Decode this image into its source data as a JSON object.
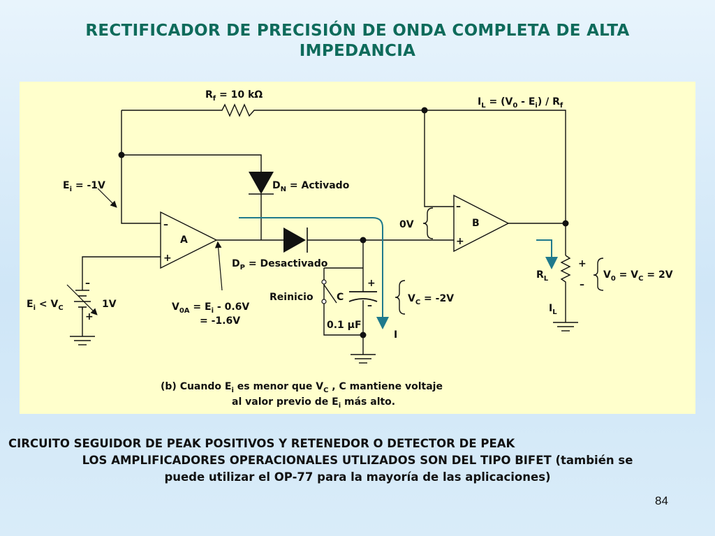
{
  "title": {
    "line1": "RECTIFICADOR DE PRECISIÓN DE ONDA COMPLETA DE ALTA",
    "line2": "IMPEDANCIA"
  },
  "diagram": {
    "rf": {
      "label": "R",
      "sub": "f",
      "value": " = 10 kΩ"
    },
    "il_formula": {
      "p1": "I",
      "s1": "L",
      "p2": " = (V",
      "s2": "0",
      "p3": " - E",
      "s3": "i",
      "p4": ") / R",
      "s4": "f"
    },
    "ei_value": {
      "label": "E",
      "sub": "i",
      "value": " = -1V"
    },
    "dn": {
      "label": "D",
      "sub": "N",
      "value": " = Activado"
    },
    "dp": {
      "label": "D",
      "sub": "P",
      "value": " = Desactivado"
    },
    "opamp_a": "A",
    "opamp_b": "B",
    "zero_v": "0V",
    "minus_sign": "–",
    "plus_sign": "+",
    "ei_lt_vc": {
      "p1": "E",
      "s1": "i",
      "p2": " < V",
      "s2": "C"
    },
    "battery_value": "1V",
    "v0a": {
      "p1": "V",
      "s1": "0A",
      "p2": " = E",
      "s2": "i",
      "p3": " - 0.6V",
      "line2": "= -1.6V"
    },
    "reinicio": "Reinicio",
    "cap_label": "C",
    "cap_value": "0.1 µF",
    "vc_value": {
      "label": "V",
      "sub": "C",
      "value": " = -2V"
    },
    "current_i": "I",
    "rl": {
      "label": "R",
      "sub": "L"
    },
    "il": {
      "label": "I",
      "sub": "L"
    },
    "v0_value": {
      "p1": "V",
      "s1": "0",
      "p2": " = V",
      "s2": "C",
      "p3": " = 2V"
    },
    "caption": {
      "l1a": "(b) Cuando E",
      "l1s1": "i",
      "l1b": " es menor que V",
      "l1s2": "C",
      "l1c": " , C mantiene voltaje",
      "l2a": "al valor previo de E",
      "l2s": "i",
      "l2b": " más alto."
    }
  },
  "footer": {
    "line1": "CIRCUITO SEGUIDOR DE PEAK POSITIVOS Y RETENEDOR O DETECTOR DE PEAK",
    "line2": "LOS AMPLIFICADORES OPERACIONALES UTLIZADOS SON DEL TIPO BIFET (también se",
    "line3": "puede utilizar el OP-77 para la mayoría de las aplicaciones)"
  },
  "page_number": "84",
  "colors": {
    "title": "#0e6b5b",
    "panel": "#ffffcc",
    "current_arrow": "#1f7a8c"
  }
}
